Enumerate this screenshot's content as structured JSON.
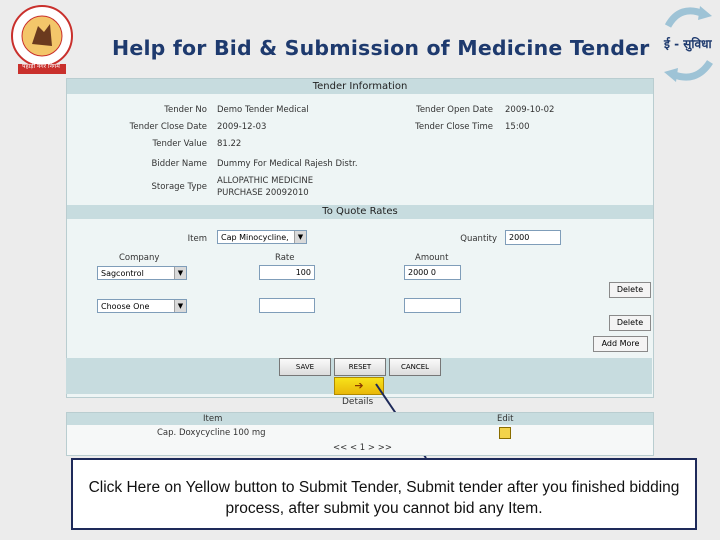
{
  "header": {
    "title": "Help for Bid & Submission of Medicine Tender",
    "logo_caption": "पहाड़ी नगर निगम",
    "brand_label": "ई - सुविधा"
  },
  "tender_info": {
    "section_title": "Tender Information",
    "tender_no_label": "Tender No",
    "tender_no": "Demo Tender Medical",
    "open_date_label": "Tender Open Date",
    "open_date": "2009-10-02",
    "close_date_label": "Tender Close Date",
    "close_date": "2009-12-03",
    "close_time_label": "Tender Close Time",
    "close_time": "15:00",
    "value_label": "Tender Value",
    "value": "81.22",
    "bidder_label": "Bidder Name",
    "bidder": "Dummy For Medical Rajesh Distr.",
    "storage_label": "Storage Type",
    "storage_line1": "ALLOPATHIC MEDICINE",
    "storage_line2": "PURCHASE 20092010"
  },
  "quote": {
    "section_title": "To Quote Rates",
    "item_label": "Item",
    "item_value": "Cap Minocycline,",
    "quantity_label": "Quantity",
    "quantity_value": "2000",
    "col_company": "Company",
    "col_rate": "Rate",
    "col_amount": "Amount",
    "rows": [
      {
        "company": "Sagcontrol",
        "rate": "100",
        "amount": "2000 0",
        "delete": "Delete"
      },
      {
        "company": "Choose One",
        "rate": "",
        "amount": "",
        "delete": "Delete"
      }
    ],
    "add_more": "Add More"
  },
  "actions": {
    "save": "SAVE",
    "reset": "RESET",
    "cancel": "CANCEL",
    "submit_arrow": "➔",
    "details": "Details"
  },
  "grid": {
    "col_item": "Item",
    "col_edit": "Edit",
    "row_item": "Cap. Doxycycline 100 mg",
    "pager": "<< < 1 > >>"
  },
  "callout": {
    "text": "Click Here on Yellow button to Submit Tender, Submit tender after you finished bidding process, after submit you cannot bid any Item."
  }
}
